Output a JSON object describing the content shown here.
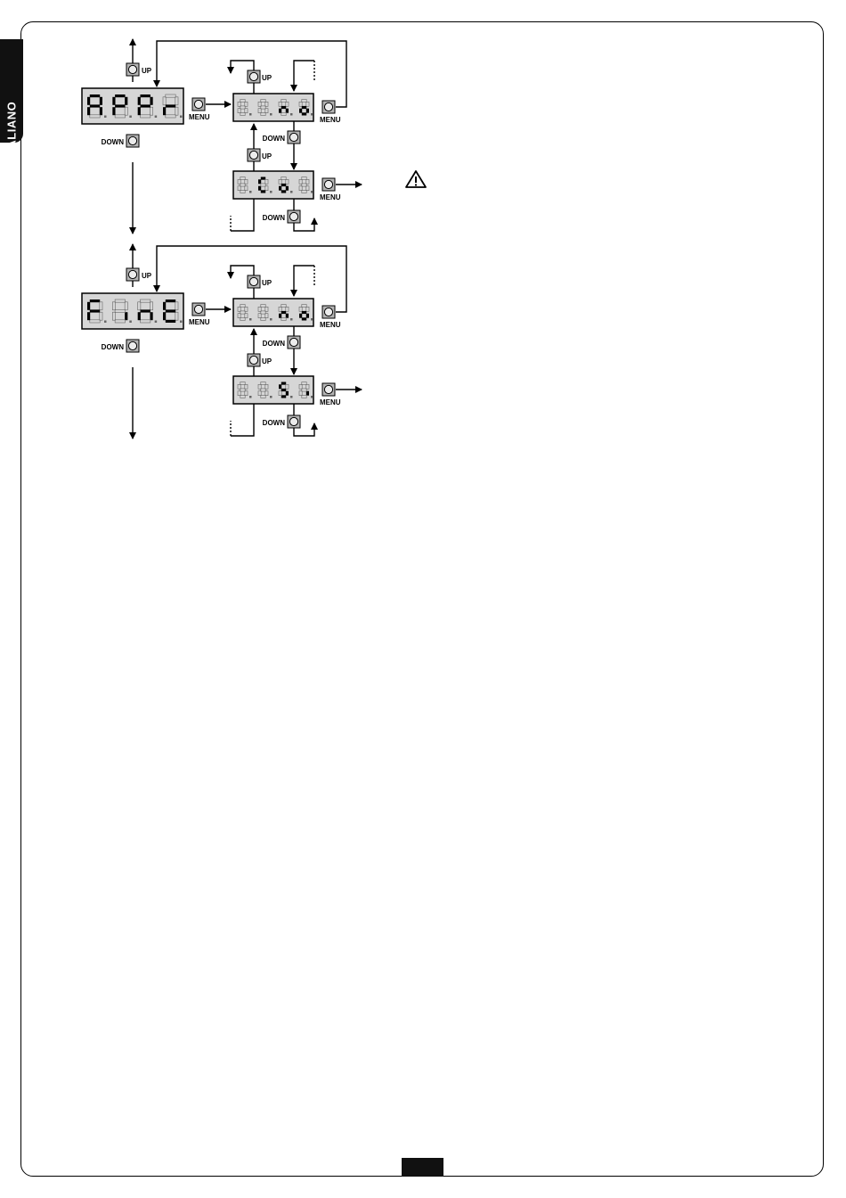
{
  "sidebar": {
    "language_tab": "ITALIANO"
  },
  "labels": {
    "up": "UP",
    "down": "DOWN",
    "menu": "MENU"
  },
  "icons": {
    "warning": "warning-triangle-icon"
  },
  "diagram": {
    "blocks": [
      {
        "name": "appr",
        "main_display": [
          "A",
          "P",
          "P",
          "r"
        ],
        "option_a_display": [
          "",
          "",
          "n",
          "o"
        ],
        "option_b_display": [
          "",
          "C",
          "o",
          ""
        ],
        "has_warning": true
      },
      {
        "name": "fine",
        "main_display": [
          "F",
          "i",
          "n",
          "E"
        ],
        "option_a_display": [
          "",
          "",
          "n",
          "o"
        ],
        "option_b_display": [
          "",
          "",
          "S",
          "i"
        ],
        "has_warning": false
      }
    ]
  },
  "colors": {
    "display_bg": "#d6d6d6",
    "button_fill": "#b4b4b4",
    "line": "#000000",
    "tab": "#111111"
  }
}
